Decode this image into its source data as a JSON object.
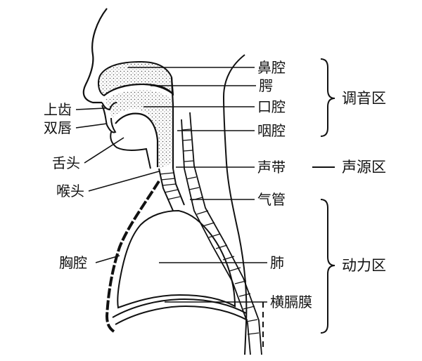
{
  "labels": {
    "nasal_cavity": "鼻腔",
    "palate": "腭",
    "oral_cavity": "口腔",
    "pharynx": "咽腔",
    "vocal_cords": "声带",
    "trachea": "气管",
    "lung": "肺",
    "diaphragm": "横膈膜",
    "upper_teeth": "上齿",
    "lips": "双唇",
    "tongue": "舌头",
    "larynx": "喉头",
    "thorax": "胸腔"
  },
  "groups": {
    "articulation": "调音区",
    "source": "声源区",
    "power": "动力区"
  },
  "colors": {
    "line": "#111111",
    "background": "#ffffff",
    "stipple": "#555555"
  }
}
